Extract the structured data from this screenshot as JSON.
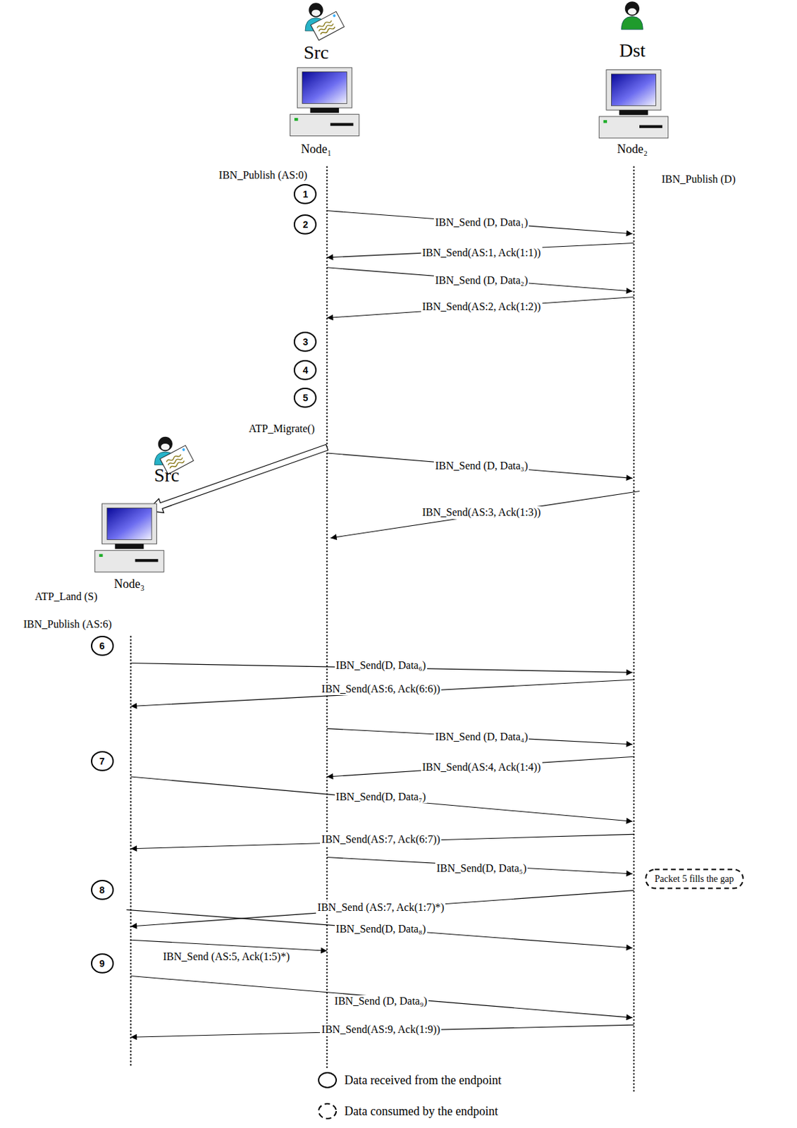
{
  "diagram": {
    "nodes": [
      {
        "text": [
          "Src",
          "Node₁"
        ]
      },
      {
        "text": [
          "Dst",
          "Node₂"
        ]
      },
      {
        "text": [
          "1"
        ]
      },
      {
        "text": [
          "2"
        ]
      },
      {
        "text": [
          "3"
        ]
      },
      {
        "text": [
          "4"
        ]
      },
      {
        "text": [
          "5"
        ]
      },
      {
        "text": [
          "Src",
          "Node₃"
        ]
      },
      {
        "text": [
          "6"
        ]
      },
      {
        "text": [
          "7"
        ]
      },
      {
        "text": [
          "Packet 5 fills the gap"
        ]
      },
      {
        "text": [
          "8"
        ]
      },
      {
        "text": [
          "9"
        ]
      }
    ],
    "labels": [
      "IBN_Publish (AS:0)",
      "IBN_Publish (D)",
      "IBN_Send (D, Data₁)",
      "IBN_Send(AS:1, Ack(1:1))",
      "IBN_Send (D, Data₂)",
      "IBN_Send(AS:2, Ack(1:2))",
      "ATP_Migrate()",
      "IBN_Send (D, Data₃)",
      "IBN_Send(AS:3, Ack(1:3))",
      "ATP_Land (S)",
      "IBN_Publish (AS:6)",
      "IBN_Send(D, Data₆)",
      "IBN_Send(AS:6, Ack(6:6))",
      "IBN_Send (D, Data₄)",
      "IBN_Send(AS:4, Ack(1:4))",
      "IBN_Send(D, Data₇)",
      "IBN_Send(AS:7, Ack(6:7))",
      "IBN_Send(D, Data₅)",
      "IBN_Send (AS:7, Ack(1:7)*)",
      "IBN_Send(D, Data₈)",
      "IBN_Send (AS:5, Ack(1:5)*)",
      "IBN_Send (D, Data₉)",
      "IBN_Send(AS:9, Ack(1:9))"
    ],
    "legend": [
      {
        "text": "Data received from the endpoint"
      },
      {
        "text": "Data consumed by the endpoint"
      }
    ]
  }
}
